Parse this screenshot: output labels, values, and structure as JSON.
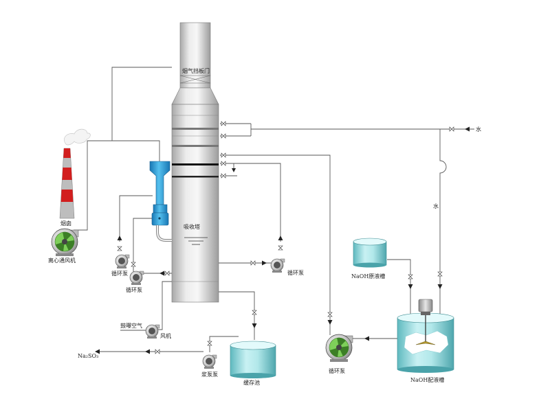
{
  "labels": {
    "damper": "烟气挡板门",
    "absorber": "吸收塔",
    "chimney": "烟囱",
    "fan": "离心通风机",
    "pump_left_1": "循环泵",
    "pump_left_2": "循环泵",
    "pump_right": "循环泵",
    "oxidation_air": "鼓曝空气",
    "blower": "风机",
    "product": "Na₂SO₃",
    "slurry_pump": "浆泵泵",
    "buffer_tank": "缓存池",
    "pump_bottom_right": "循环泵",
    "naoh_raw_tank": "NaOH原液槽",
    "naoh_mix_tank": "NaOH配液槽",
    "water_top": "水",
    "water_side": "水"
  },
  "icons": {
    "pump": "centrifugal-pump-icon",
    "valve": "gate-valve-icon",
    "arrow": "flow-arrow-icon",
    "smoke": "smoke-plume-icon",
    "agitator": "agitator-icon"
  },
  "colors": {
    "tower_light": "#f2f2f2",
    "tower_dark": "#b0b0b0",
    "chimney_red": "#d02020",
    "chimney_gray": "#b8b8b8",
    "venturi_blue": "#2f9ed8",
    "tank_teal": "#a8e4e6",
    "pump_green": "#7ecf5a",
    "pipe": "#555555"
  }
}
